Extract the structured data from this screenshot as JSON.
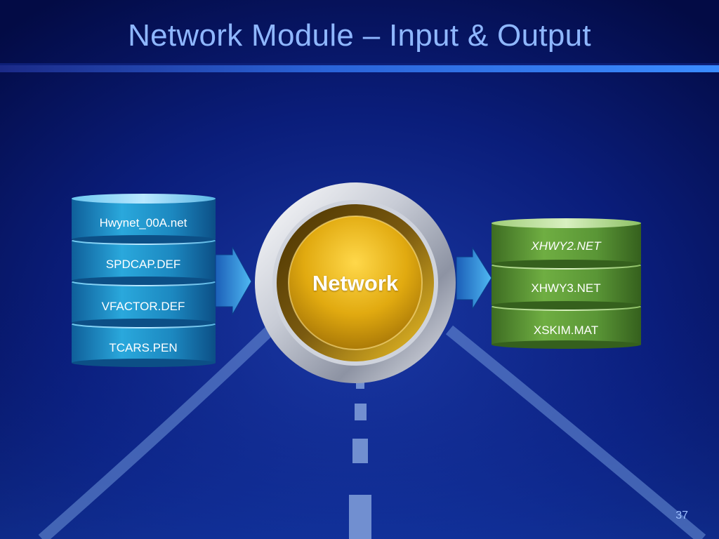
{
  "slide": {
    "title": "Network Module – Input & Output",
    "page_number": "37"
  },
  "diagram": {
    "inputs": [
      {
        "label": "Hwynet_00A.net"
      },
      {
        "label": "SPDCAP.DEF"
      },
      {
        "label": "VFACTOR.DEF"
      },
      {
        "label": "TCARS.PEN"
      }
    ],
    "process": {
      "label": "Network"
    },
    "outputs": [
      {
        "label": "XHWY2.NET",
        "italic": true
      },
      {
        "label": "XHWY3.NET",
        "italic": false
      },
      {
        "label": "XSKIM.MAT",
        "italic": false
      }
    ]
  },
  "colors": {
    "background": "#04104f",
    "title": "#8fb7ff",
    "input_cylinder": "#1f8fc4",
    "output_cylinder": "#5e9a3a",
    "hub_gold": "#f0c21a",
    "arrow": "#3aa6e8"
  }
}
